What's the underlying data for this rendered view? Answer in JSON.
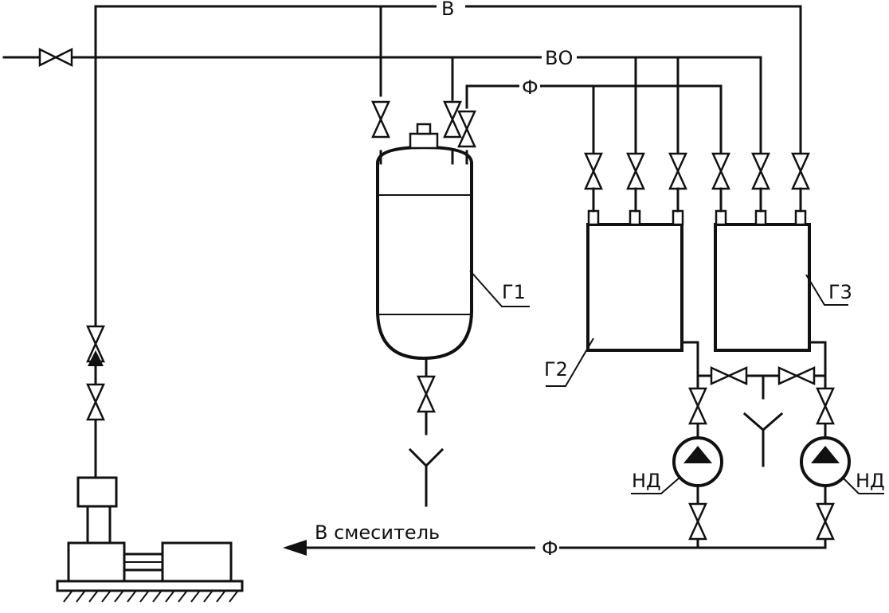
{
  "labels": {
    "line_water": "В",
    "line_wo": "ВО",
    "line_phi_top": "Ф",
    "line_phi_bottom": "Ф",
    "tank_g1": "Г1",
    "tank_g2": "Г2",
    "tank_g3": "Г3",
    "pump_left": "НД",
    "pump_right": "НД",
    "to_mixer": "В  смеситель"
  }
}
